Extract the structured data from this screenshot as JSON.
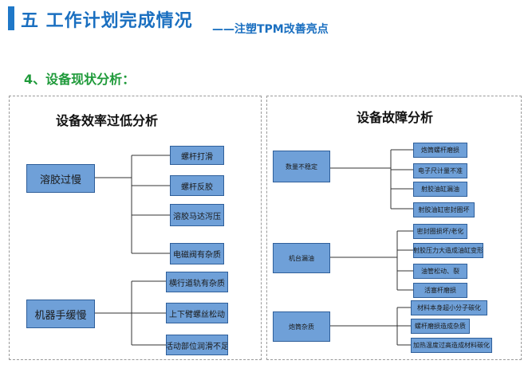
{
  "header": {
    "title": "五 工作计划完成情况",
    "subtitle": "——注塑TPM改善亮点"
  },
  "section_heading": "4、设备现状分析：",
  "left_panel": {
    "title": "设备效率过低分析",
    "groups": [
      {
        "label": "溶胶过慢",
        "items": [
          "螺杆打滑",
          "螺杆反胶",
          "溶胶马达泻压",
          "电磁阀有杂质"
        ]
      },
      {
        "label": "机器手缓慢",
        "items": [
          "横行道轨有杂质",
          "上下臂螺丝松动",
          "活动部位润滑不足"
        ]
      }
    ]
  },
  "right_panel": {
    "title": "设备故障分析",
    "groups": [
      {
        "label": "数量不稳定",
        "items": [
          "炮筒螺杆磨损",
          "电子尺计量不准",
          "射胶油缸漏油",
          "射胶油缸密封圈坏"
        ]
      },
      {
        "label": "机台漏油",
        "items": [
          "密封圈损坏/老化",
          "射胶压力大造成油缸变形",
          "油管松动、裂",
          "活塞杆磨损"
        ]
      },
      {
        "label": "炮筒杂质",
        "items": [
          "材料本身超小分子碳化",
          "螺杆磨损造成杂质",
          "加热温度过高造成材料碳化"
        ]
      }
    ]
  },
  "colors": {
    "box_fill": "#6fa0d8",
    "box_border": "#2f5f9a",
    "accent_blue": "#1a6fc0",
    "heading_green": "#1f9a3a"
  }
}
